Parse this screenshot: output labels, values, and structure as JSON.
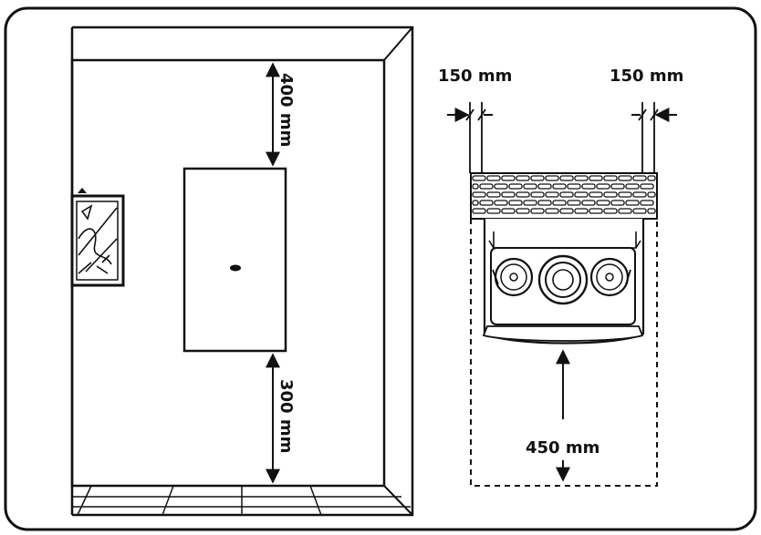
{
  "labels": {
    "top_clearance": "400 mm",
    "bottom_clearance": "300 mm",
    "left_side_clearance": "150 mm",
    "right_side_clearance": "150 mm",
    "front_clearance": "450 mm"
  },
  "colors": {
    "stroke": "#111111",
    "background": "#ffffff"
  }
}
